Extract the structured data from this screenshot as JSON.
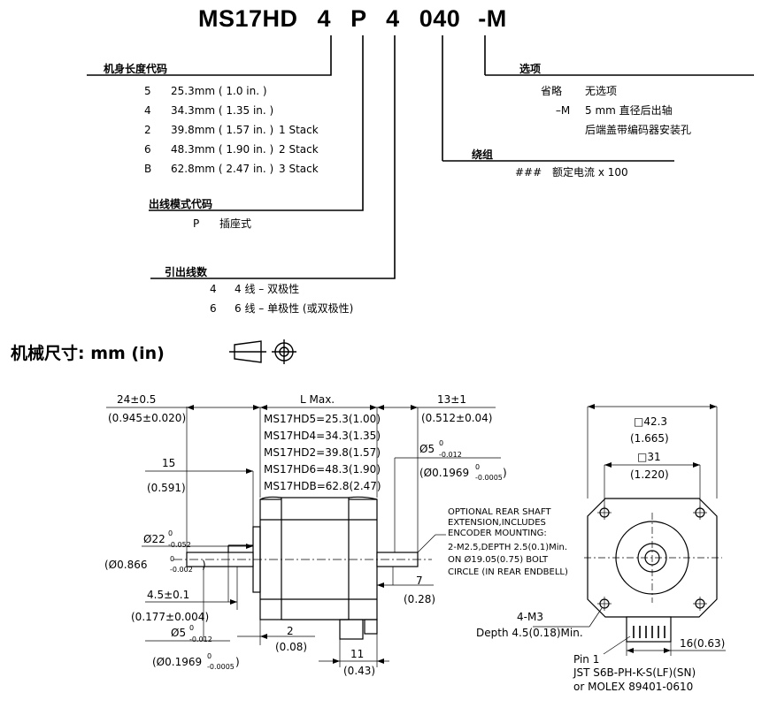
{
  "model": {
    "p1": "MS17HD",
    "p2": "4",
    "p3": "P",
    "p4": "4",
    "p5": "040",
    "p6": "-M"
  },
  "length_code": {
    "header": "机身长度代码",
    "rows": [
      {
        "code": "5",
        "size": "25.3mm ( 1.0 in. )",
        "stack": ""
      },
      {
        "code": "4",
        "size": "34.3mm ( 1.35 in. )",
        "stack": ""
      },
      {
        "code": "2",
        "size": "39.8mm ( 1.57 in. )",
        "stack": "1 Stack"
      },
      {
        "code": "6",
        "size": "48.3mm ( 1.90 in. )",
        "stack": "2 Stack"
      },
      {
        "code": "B",
        "size": "62.8mm ( 2.47 in. )",
        "stack": "3 Stack"
      }
    ]
  },
  "outlet_code": {
    "header": "出线模式代码",
    "code": "P",
    "desc": "插座式"
  },
  "lead_count": {
    "header": "引出线数",
    "rows": [
      {
        "code": "4",
        "desc": "4 线 – 双极性"
      },
      {
        "code": "6",
        "desc": "6 线 – 单极性 (或双极性)"
      }
    ]
  },
  "options": {
    "header": "选项",
    "rows": [
      {
        "code": "省略",
        "desc": "无选项"
      },
      {
        "code": "–M",
        "desc": "5 mm 直径后出轴"
      },
      {
        "code": "",
        "desc": "后端盖带编码器安装孔"
      }
    ]
  },
  "winding": {
    "header": "绕组",
    "code": "###",
    "desc": "额定电流 x 100"
  },
  "dims_title": "机械尺寸: mm (in)",
  "side": {
    "d_front": "24±0.5",
    "d_front_in": "(0.945±0.020)",
    "d_len": "L Max.",
    "lens": [
      "MS17HD5=25.3(1.00)",
      "MS17HD4=34.3(1.35)",
      "MS17HD2=39.8(1.57)",
      "MS17HD6=48.3(1.90)",
      "MS17HDB=62.8(2.47)"
    ],
    "d_rear": "13±1",
    "d_rear_in": "(0.512±0.04)",
    "d15": "15",
    "d15_in": "(0.591)",
    "d_boss": "Ø22",
    "d_boss_tol_top": "0",
    "d_boss_tol_bot": "-0.052",
    "d_boss_in": "(Ø0.866",
    "d_boss_in_tol_top": "0",
    "d_boss_in_tol_bot": "-0.002",
    "d_flat": "4.5±0.1",
    "d_flat_in": "(0.177±0.004)",
    "d_shaft": "Ø5",
    "d_shaft_tol_top": "0",
    "d_shaft_tol_bot": "-0.012",
    "d_shaft_in": "(Ø0.1969",
    "d_shaft_in_tol_top": "0",
    "d_shaft_in_tol_bot": "-0.0005",
    "d_rshaft": "Ø5",
    "d_rshaft_tol_top": "0",
    "d_rshaft_tol_bot": "-0.012",
    "d_rshaft_in": "(Ø0.1969",
    "d_rshaft_in_tol_top": "0",
    "d_rshaft_in_tol_bot": "-0.0005",
    "d2": "2",
    "d2_in": "(0.08)",
    "d7": "7",
    "d7_in": "(0.28)",
    "d11": "11",
    "d11_in": "(0.43)",
    "note": [
      "OPTIONAL REAR SHAFT",
      "EXTENSION,INCLUDES",
      "ENCODER MOUNTING:",
      "2-M2.5,DEPTH 2.5(0.1)Min.",
      "ON Ø19.05(0.75) BOLT",
      "CIRCLE (IN REAR ENDBELL)"
    ]
  },
  "front": {
    "d42": "□42.3",
    "d42_in": "(1.665)",
    "d31": "□31",
    "d31_in": "(1.220)",
    "m3": "4-M3",
    "m3_depth": "Depth 4.5(0.18)Min.",
    "d16": "16(0.63)",
    "pin": "Pin 1",
    "conn1": "JST S6B-PH-K-S(LF)(SN)",
    "conn2": "or MOLEX 89401-0610"
  }
}
